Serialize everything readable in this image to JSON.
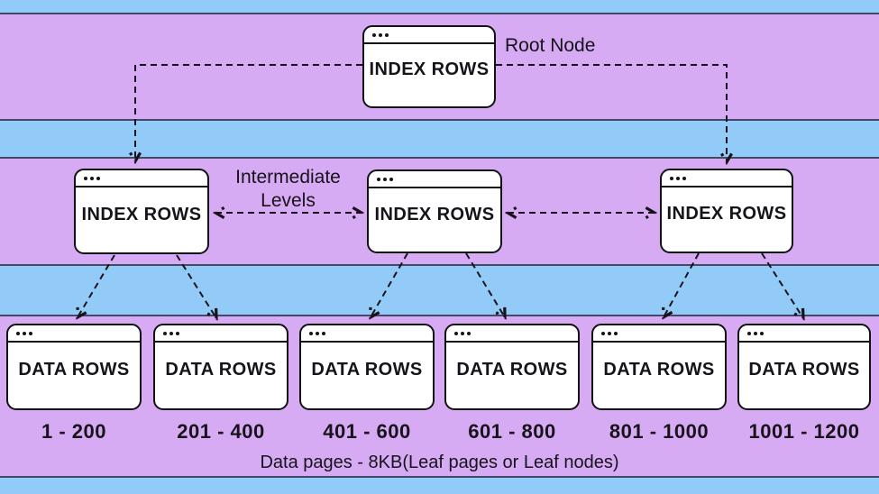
{
  "colors": {
    "stripe_purple": "#d6abf4",
    "stripe_blue": "#93cbf8",
    "stripe_divider": "#434a68",
    "window_bg": "#ffffff",
    "window_border": "#121212",
    "ink": "#17131a"
  },
  "root_node": {
    "title": "INDEX ROWS",
    "annotation": "Root Node"
  },
  "intermediate_level": {
    "annotation_line1": "Intermediate",
    "annotation_line2": "Levels",
    "nodes": [
      {
        "title": "INDEX ROWS"
      },
      {
        "title": "INDEX ROWS"
      },
      {
        "title": "INDEX ROWS"
      }
    ]
  },
  "leaf_level": {
    "nodes": [
      {
        "title": "DATA ROWS",
        "range": "1 - 200"
      },
      {
        "title": "DATA ROWS",
        "range": "201 - 400"
      },
      {
        "title": "DATA ROWS",
        "range": "401 - 600"
      },
      {
        "title": "DATA ROWS",
        "range": "601 - 800"
      },
      {
        "title": "DATA ROWS",
        "range": "801 - 1000"
      },
      {
        "title": "DATA ROWS",
        "range": "1001 - 1200"
      }
    ],
    "caption": "Data pages - 8KB(Leaf pages or Leaf nodes)"
  }
}
